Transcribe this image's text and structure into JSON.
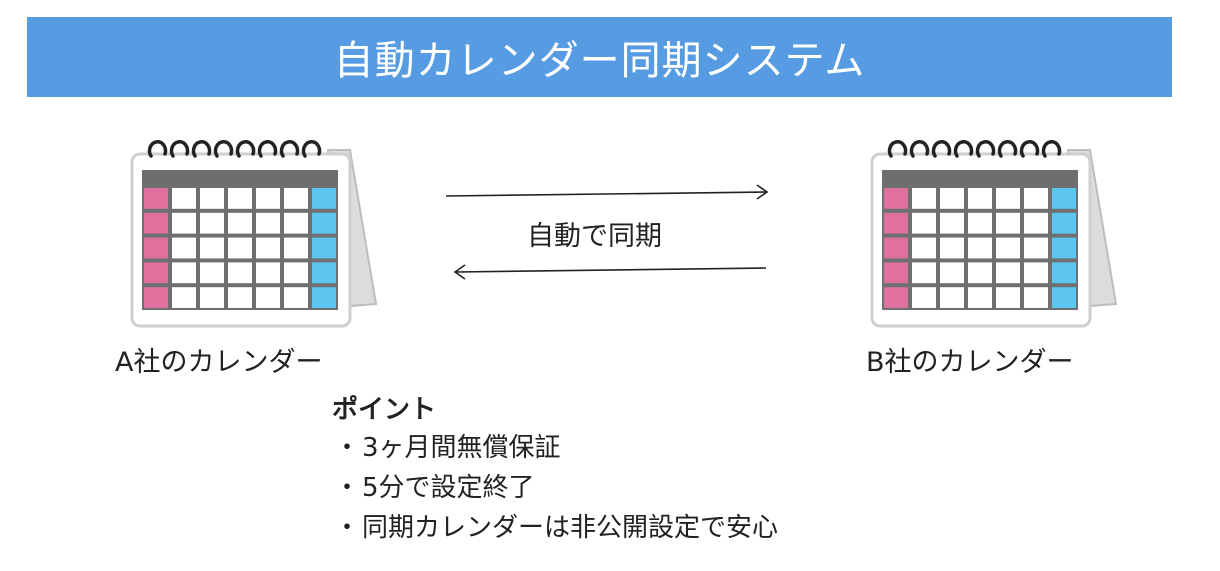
{
  "header": {
    "title": "自動カレンダー同期システム",
    "background_color": "#579ce2"
  },
  "diagram": {
    "calendar_a": {
      "label": "A社のカレンダー",
      "icon": "desk-calendar-icon"
    },
    "calendar_b": {
      "label": "B社のカレンダー",
      "icon": "desk-calendar-icon"
    },
    "sync": {
      "label": "自動で同期",
      "arrow_icons": [
        "arrow-right-icon",
        "arrow-left-icon"
      ]
    }
  },
  "points": {
    "title": "ポイント",
    "bullet": "・",
    "items": [
      "3ヶ月間無償保証",
      "5分で設定終了",
      "同期カレンダーは非公開設定で安心"
    ]
  },
  "colors": {
    "banner": "#579ce2",
    "calendar_weekend_left": "#e0709c",
    "calendar_weekend_right": "#5cc6ef",
    "calendar_header": "#6e6e6e"
  }
}
